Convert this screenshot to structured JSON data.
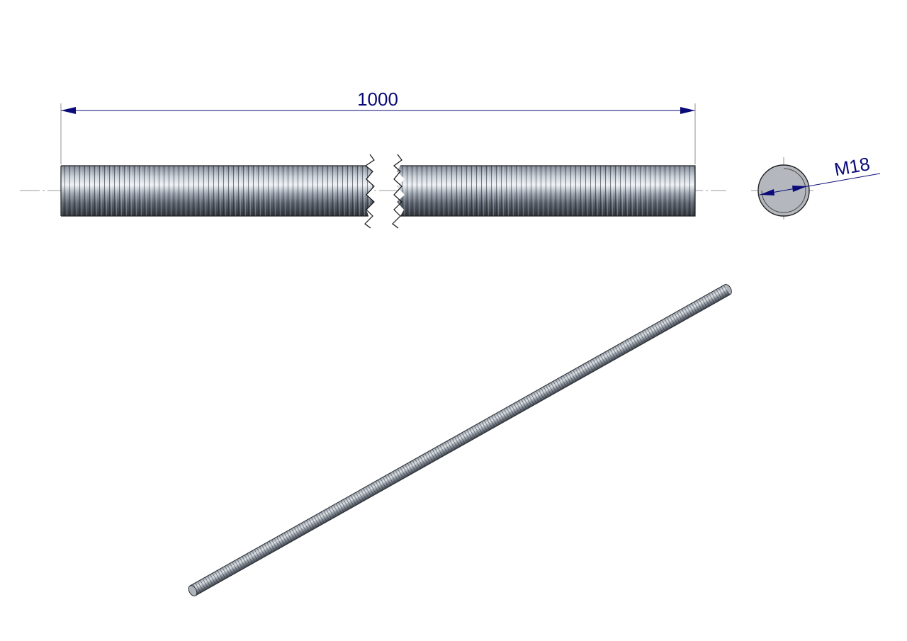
{
  "drawing": {
    "length_label": "1000",
    "thread_label": "M18",
    "colors": {
      "dimension": "#0a0a78",
      "centerline": "#777777",
      "rod_outline": "#222222",
      "rod_dark": "#3d4250",
      "rod_mid": "#8d95a1",
      "rod_light": "#e7ecf2",
      "section_fill": "#b4b8be"
    },
    "icons": {
      "front_view": "threaded-rod-front-view",
      "end_view": "threaded-rod-cross-section",
      "iso_view": "threaded-rod-isometric-view"
    }
  }
}
